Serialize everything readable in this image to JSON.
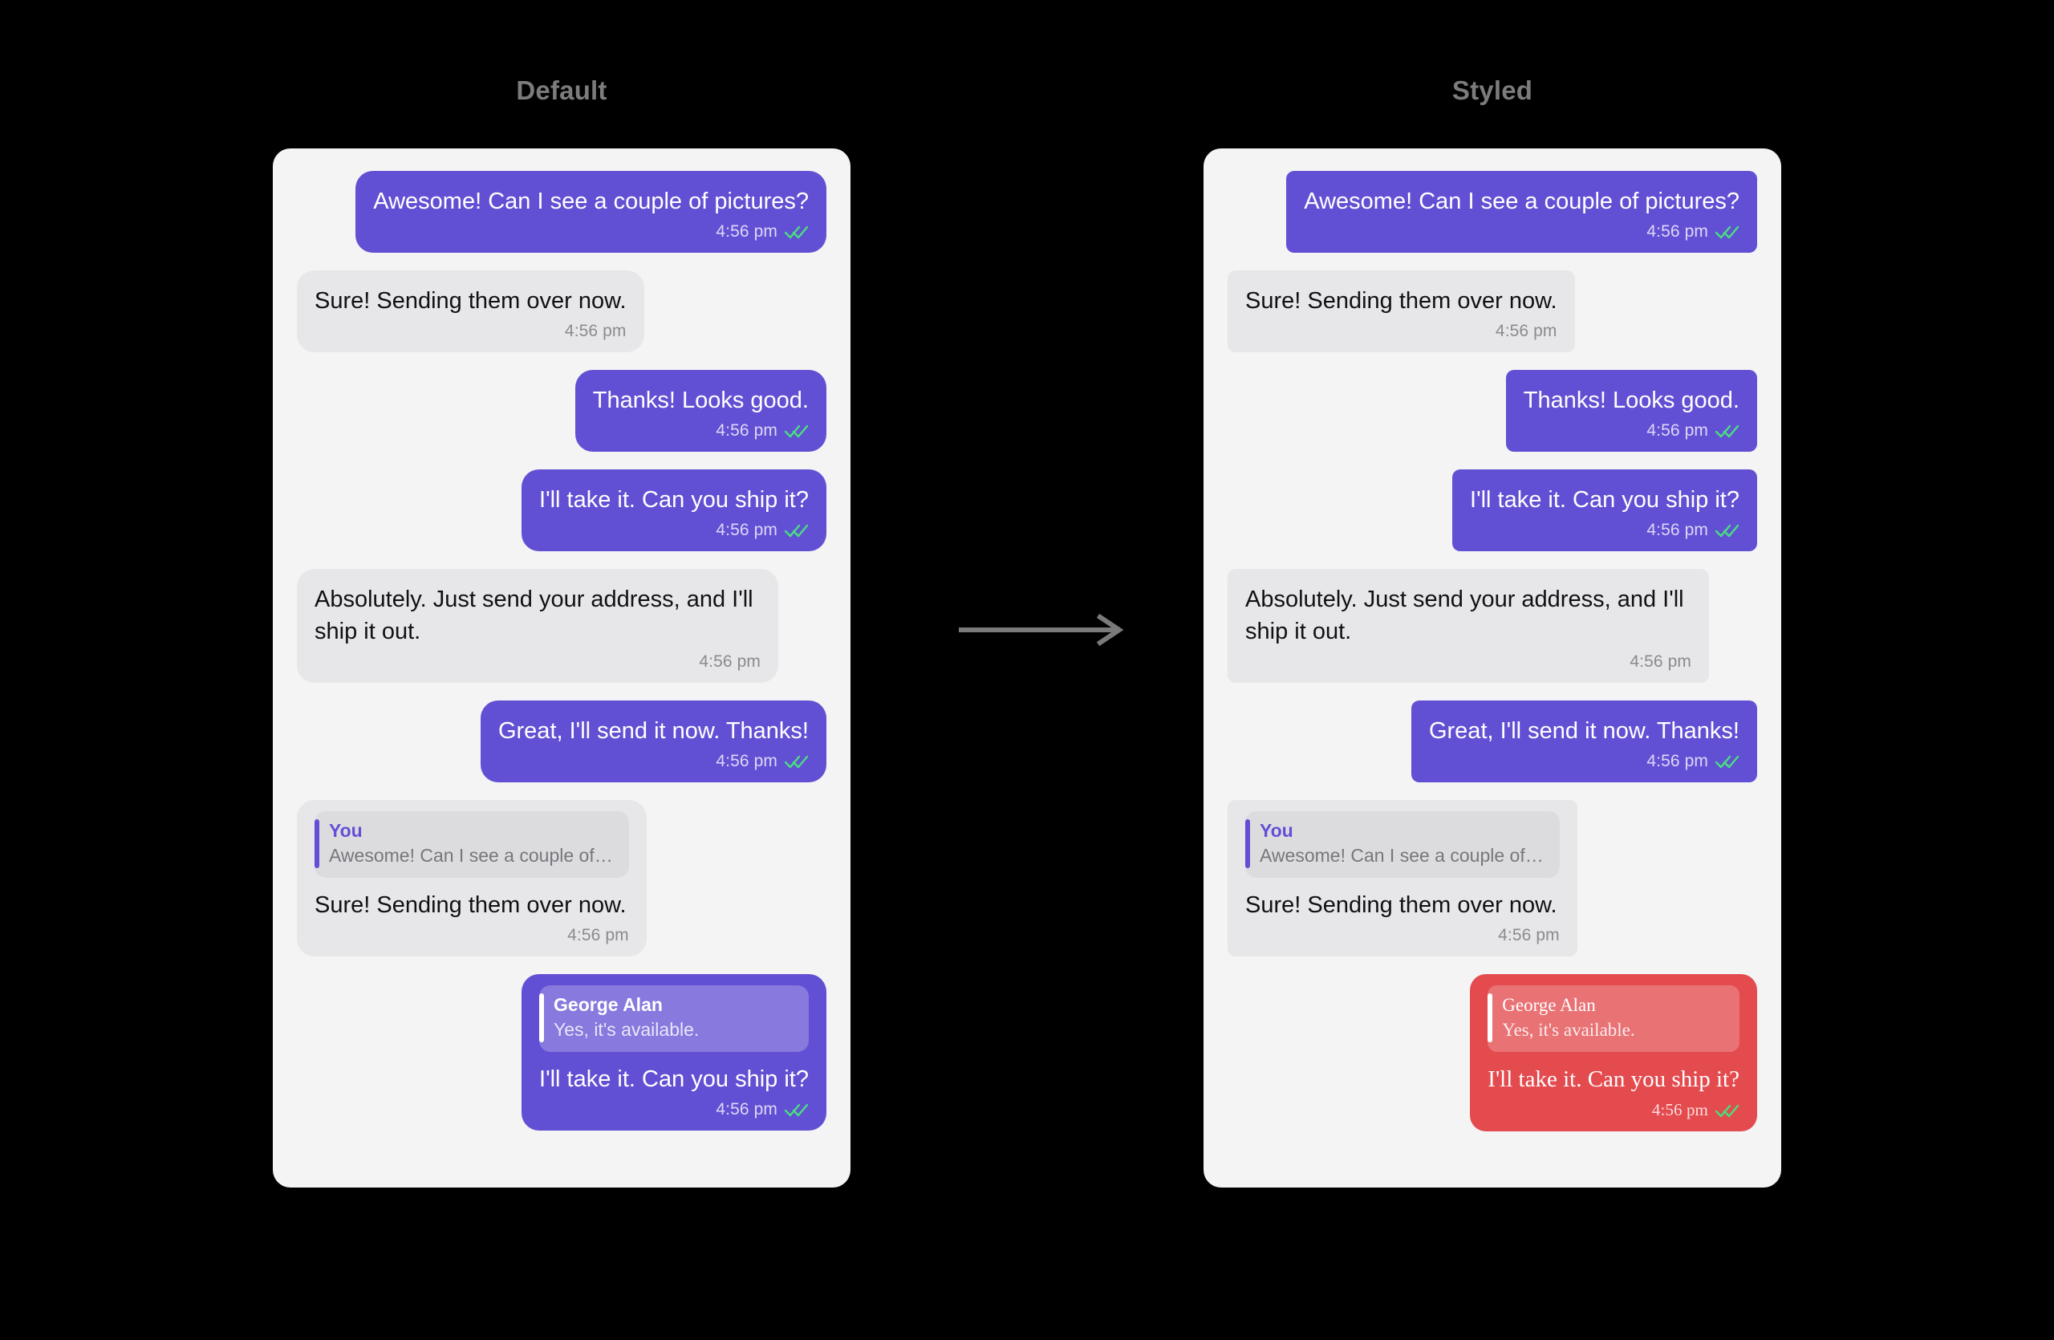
{
  "columns": [
    {
      "id": "default",
      "title": "Default"
    },
    {
      "id": "styled",
      "title": "Styled"
    }
  ],
  "arrow": {
    "name": "right-arrow-icon",
    "color": "#7a7a7a"
  },
  "colors": {
    "background": "#000000",
    "panel": "#f4f4f5",
    "outgoing_bubble": "#6250d4",
    "incoming_bubble": "#e7e7e9",
    "accent_bubble": "#e34b4f",
    "tick": "#4ade80",
    "heading": "#7c7c7c"
  },
  "conversation": [
    {
      "direction": "out",
      "text": "Awesome! Can I see a couple of pictures?",
      "time": "4:56 pm",
      "ticks": true
    },
    {
      "direction": "in",
      "text": "Sure! Sending them over now.",
      "time": "4:56 pm",
      "ticks": false
    },
    {
      "direction": "out",
      "text": "Thanks! Looks good.",
      "time": "4:56 pm",
      "ticks": true
    },
    {
      "direction": "out",
      "text": "I'll take it. Can you ship it?",
      "time": "4:56 pm",
      "ticks": true
    },
    {
      "direction": "in",
      "text": "Absolutely. Just send your address, and I'll ship it out.",
      "time": "4:56 pm",
      "ticks": false
    },
    {
      "direction": "out",
      "text": "Great, I'll send it now. Thanks!",
      "time": "4:56 pm",
      "ticks": true
    },
    {
      "direction": "in",
      "quote": {
        "name": "You",
        "text": "Awesome! Can I see a couple of…"
      },
      "text": "Sure! Sending them over now.",
      "time": "4:56 pm",
      "ticks": false
    },
    {
      "direction": "out",
      "accent": true,
      "quote": {
        "name": "George Alan",
        "text": "Yes, it's available."
      },
      "text": "I'll take it. Can you ship it?",
      "time": "4:56 pm",
      "ticks": true
    }
  ]
}
